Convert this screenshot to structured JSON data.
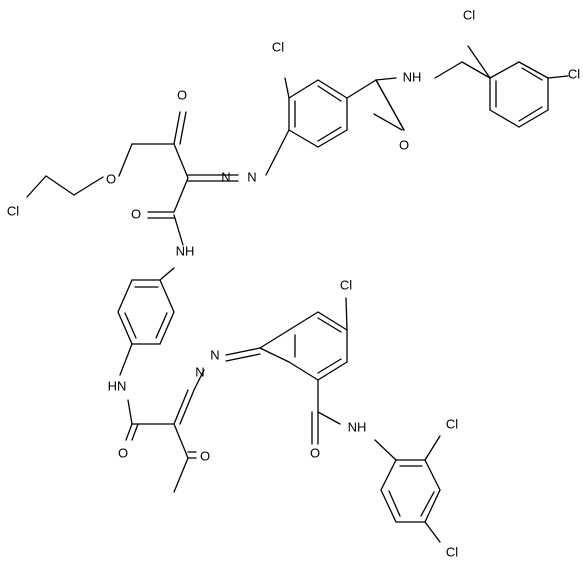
{
  "atoms": {
    "cl_top": "Cl",
    "nh_top_right": "NH",
    "cl_top_right_1": "Cl",
    "cl_top_right_2": "Cl",
    "o_ketone_top": "O",
    "o_ether": "O",
    "cl_chloroethyl": "Cl",
    "n_azo_top_1": "N",
    "n_azo_top_2": "N",
    "o_amide_top_right": "O",
    "o_amide_mid": "O",
    "nh_mid": "NH",
    "cl_mid": "Cl",
    "n_azo_bottom_1": "N",
    "n_azo_bottom_2": "N",
    "hn_bottom_left": "HN",
    "o_amide_bottom_left": "O",
    "o_ketone_bottom": "O",
    "o_amide_bottom_right": "O",
    "nh_bottom_right": "NH",
    "cl_bottom_right_1": "Cl",
    "cl_bottom_right_2": "Cl"
  }
}
